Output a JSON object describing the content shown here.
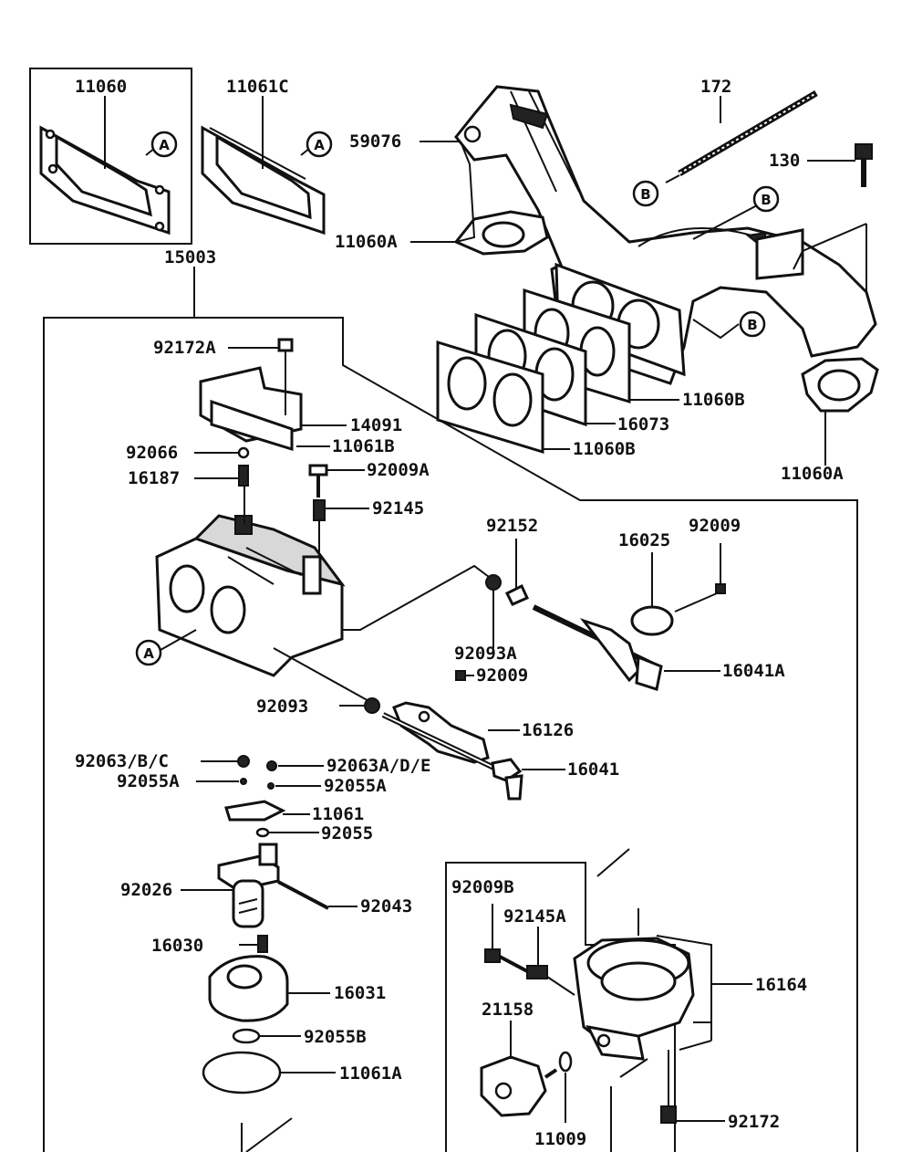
{
  "labels": {
    "l11060": "11060",
    "l11061C": "11061C",
    "l172": "172",
    "l59076": "59076",
    "l130": "130",
    "l11060A_top": "11060A",
    "l15003": "15003",
    "l92172A": "92172A",
    "l11060B_1": "11060B",
    "l16073": "16073",
    "l11060B_2": "11060B",
    "l11060A_right": "11060A",
    "l14091": "14091",
    "l11061B": "11061B",
    "l92066": "92066",
    "l16187": "16187",
    "l92009A": "92009A",
    "l92145": "92145",
    "l92152": "92152",
    "l16025": "16025",
    "l92009_top": "92009",
    "l92093A": "92093A",
    "l92009_mid": "92009",
    "l16041A": "16041A",
    "l92093": "92093",
    "l16126": "16126",
    "l92063": "92063/B/C",
    "l92063ADE": "92063A/D/E",
    "l16041": "16041",
    "l92055A_left": "92055A",
    "l92055A_right": "92055A",
    "l11061": "11061",
    "l92055": "92055",
    "l92026": "92026",
    "l92043": "92043",
    "l16030": "16030",
    "l16031": "16031",
    "l92055B": "92055B",
    "l11061A": "11061A",
    "l92009B": "92009B",
    "l92145A": "92145A",
    "l16164": "16164",
    "l21158": "21158",
    "l11009": "11009",
    "l92172": "92172"
  },
  "callouts": {
    "A": "A",
    "B": "B"
  }
}
